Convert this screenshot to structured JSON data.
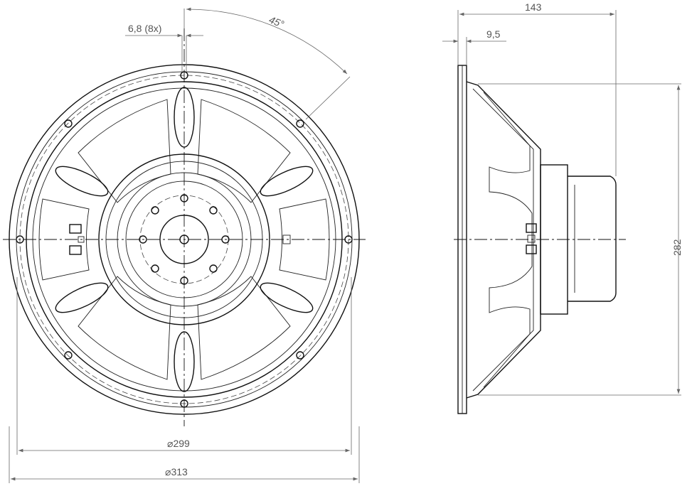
{
  "drawing": {
    "front_view": {
      "mounting_hole_label": "6,8 (8x)",
      "angle_label": "45°",
      "inner_diameter_label": "299",
      "outer_diameter_label": "313",
      "diameter_symbol": "⌀"
    },
    "side_view": {
      "depth_label": "143",
      "flange_label": "9,5",
      "height_label": "282"
    },
    "colors": {
      "line": "#111111",
      "dimension": "#666666",
      "text": "#555555"
    }
  }
}
